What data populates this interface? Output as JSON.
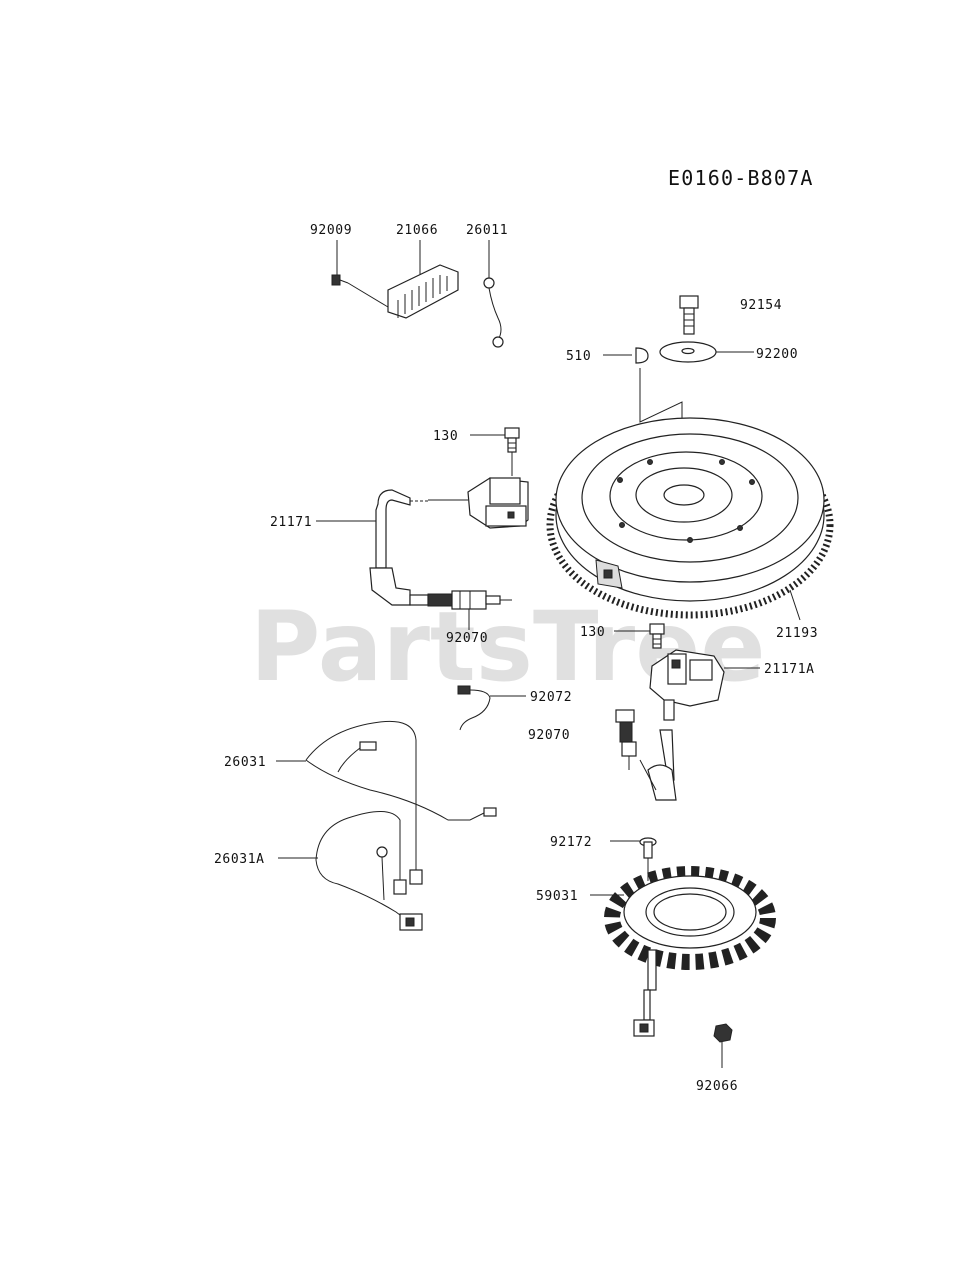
{
  "diagram_code": "E0160-B807A",
  "watermark": "PartsTree",
  "callouts": {
    "c92009": "92009",
    "c21066": "21066",
    "c26011": "26011",
    "c92154": "92154",
    "c510": "510",
    "c92200": "92200",
    "c130a": "130",
    "c21171": "21171",
    "c21193": "21193",
    "c130b": "130",
    "c92070a": "92070",
    "c21171A": "21171A",
    "c92072": "92072",
    "c92070b": "92070",
    "c26031": "26031",
    "c92172": "92172",
    "c26031A": "26031A",
    "c59031": "59031",
    "c92066": "92066"
  }
}
